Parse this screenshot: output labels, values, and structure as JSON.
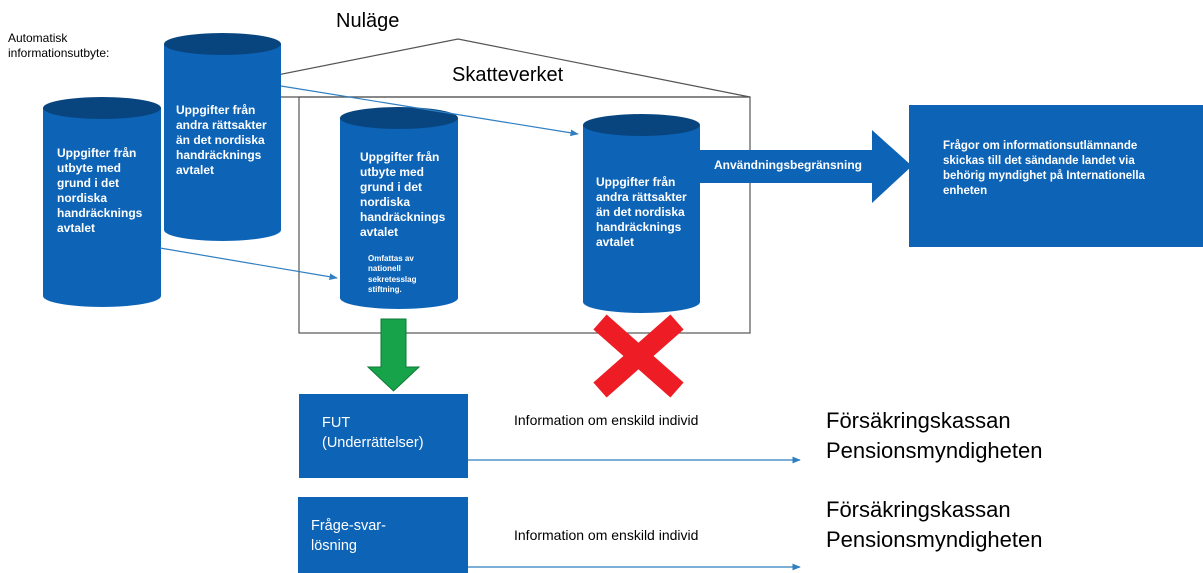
{
  "title": "Nuläge",
  "automatic_exchange_label": "Automatisk\ninformationsutbyte:",
  "house_label": "Skatteverket",
  "cylinders": {
    "left_front": "Uppgifter från utbyte med grund i det nordiska handräcknings avtalet",
    "left_back": "Uppgifter från andra rättsakter än det nordiska handräcknings avtalet",
    "inner_left": "Uppgifter från utbyte med grund i det nordiska handräcknings avtalet",
    "inner_left_note": "Omfattas av nationell sekretesslag stiftning.",
    "inner_right": "Uppgifter från andra rättsakter än det nordiska handräcknings avtalet"
  },
  "usage_arrow_label": "Användningsbegränsning",
  "info_box": "Frågor om informationsutlämnande skickas till det sändande landet via behörig myndighet på Internationella enheten",
  "fut_box": "FUT\n(Underrättelser)",
  "qa_box": "Fråge-svar-\nlösning",
  "flow1_label": "Information om enskild individ",
  "flow2_label": "Information om enskild individ",
  "recipients1": "Försäkringskassan\nPensionsmyndigheten",
  "recipients2": "Försäkringskassan\nPensionsmyndigheten",
  "colors": {
    "blue": "#0d63b6",
    "dark_blue": "#08457f",
    "line_blue": "#2f7fc1",
    "green_arrow": "#17a34a",
    "red_cross": "#ee1c24"
  }
}
